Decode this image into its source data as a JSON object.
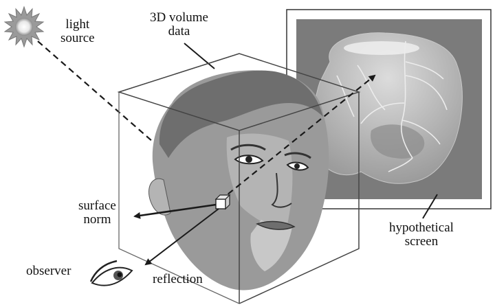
{
  "labels": {
    "light_source": [
      "light",
      "source"
    ],
    "volume_data": [
      "3D volume",
      "data"
    ],
    "surface_norm": [
      "surface",
      "norm"
    ],
    "hypothetical_screen": [
      "hypothetical",
      "screen"
    ],
    "observer": "observer",
    "reflection": "reflection"
  },
  "colors": {
    "line": "#1a1a1a",
    "face_dark": "#6e6e6e",
    "face_mid": "#9a9a9a",
    "face_light": "#c8c8c8",
    "screen_bg": "#7b7b7b",
    "brain": "#b4b4b4"
  }
}
